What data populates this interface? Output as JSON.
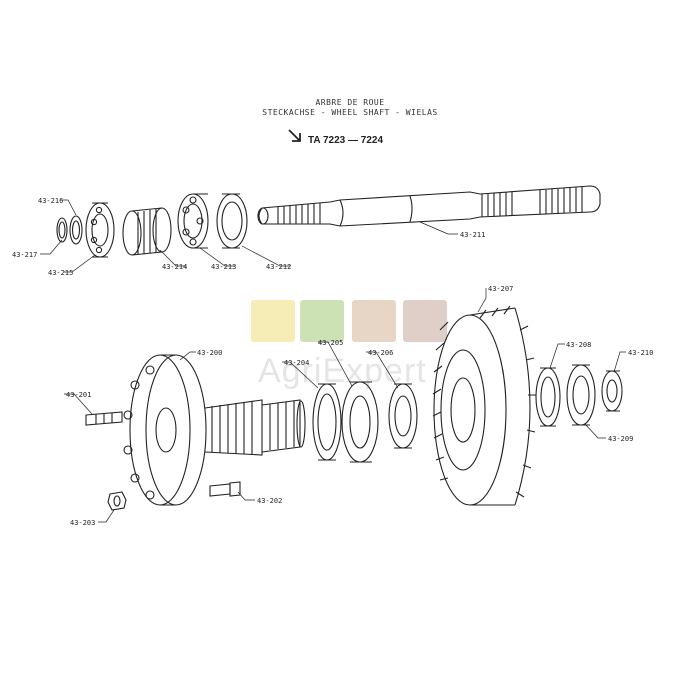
{
  "header": {
    "line1": "ARBRE DE ROUE",
    "line2": "STECKACHSE - WHEEL SHAFT - WIELAS",
    "model": "TA  7223 — 7224"
  },
  "watermark": {
    "text": "AgriExpert",
    "tile_colors": [
      "#e8d65a",
      "#8dbf5a",
      "#c9a27e",
      "#b89484"
    ],
    "tile_icons": [
      "tractor-icon",
      "wheelbarrow-icon",
      "tools-icon",
      "fence-icon"
    ]
  },
  "parts": [
    {
      "id": "43-216"
    },
    {
      "id": "43-217"
    },
    {
      "id": "43-215"
    },
    {
      "id": "43-214"
    },
    {
      "id": "43-213"
    },
    {
      "id": "43-212"
    },
    {
      "id": "43-211"
    },
    {
      "id": "43-207"
    },
    {
      "id": "43-200"
    },
    {
      "id": "43-204"
    },
    {
      "id": "43-205"
    },
    {
      "id": "43-206"
    },
    {
      "id": "43-208"
    },
    {
      "id": "43-210"
    },
    {
      "id": "43-201"
    },
    {
      "id": "43-209"
    },
    {
      "id": "43-202"
    },
    {
      "id": "43-203"
    }
  ],
  "colors": {
    "line": "#222222",
    "bg": "#ffffff"
  }
}
